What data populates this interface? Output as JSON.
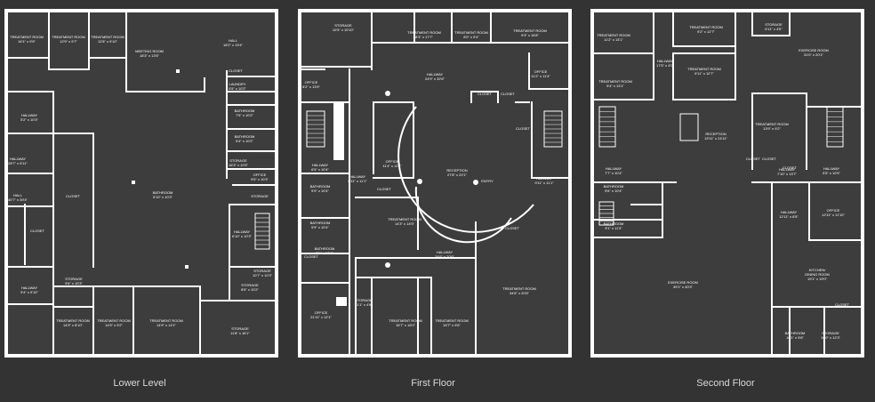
{
  "colors": {
    "background": "#333333",
    "floor": "#3d3d3d",
    "wall": "#ffffff",
    "label": "#ffffff",
    "caption": "#d9d9d9"
  },
  "floors": [
    {
      "caption": "Lower Level",
      "rooms": [
        {
          "name": "TREATMENT ROOM",
          "dims": "16'1\" x 9'9\""
        },
        {
          "name": "TREATMENT ROOM",
          "dims": "12'9\" x 9'7\""
        },
        {
          "name": "TREATMENT ROOM",
          "dims": "12'8\" x 9'10\""
        },
        {
          "name": "MEETING ROOM",
          "dims": "18'3\" x 13'5\""
        },
        {
          "name": "HALL",
          "dims": "18'2\" x 19'4\""
        },
        {
          "name": "CLOSET",
          "dims": ""
        },
        {
          "name": "LAUNDRY",
          "dims": "5'5\" x 10'2\""
        },
        {
          "name": "BATHROOM",
          "dims": "7'5\" x 10'2\""
        },
        {
          "name": "BATHROOM",
          "dims": "5'4\" x 10'2\""
        },
        {
          "name": "STORAGE",
          "dims": "16'3\" x 10'5\""
        },
        {
          "name": "OFFICE",
          "dims": "9'5\" x 10'3\""
        },
        {
          "name": "HALLWAY",
          "dims": "5'2\" x 10'3\""
        },
        {
          "name": "HALLWAY",
          "dims": "28'7\" x 6'11\""
        },
        {
          "name": "HALL",
          "dims": "40'7\" x 39'4\""
        },
        {
          "name": "CLOSET",
          "dims": ""
        },
        {
          "name": "BATHROOM",
          "dims": "5'10\" x 10'3\""
        },
        {
          "name": "HALLWAY",
          "dims": "6'10\" x 10'3\""
        },
        {
          "name": "STORAGE",
          "dims": ""
        },
        {
          "name": "CLOSET",
          "dims": ""
        },
        {
          "name": "STORAGE",
          "dims": "10'7\" x 10'3\""
        },
        {
          "name": "HALLWAY",
          "dims": "9'4\" x 9'10\""
        },
        {
          "name": "STORAGE",
          "dims": "9'6\" x 10'3\""
        },
        {
          "name": "TREATMENT ROOM",
          "dims": "14'9\" x 8'10\""
        },
        {
          "name": "TREATMENT ROOM",
          "dims": "14'9\" x 9'2\""
        },
        {
          "name": "TREATMENT ROOM",
          "dims": "14'9\" x 14'1\""
        },
        {
          "name": "STORAGE",
          "dims": "8'5\" x 10'2\""
        },
        {
          "name": "STORAGE",
          "dims": "11'8\" x 16'1\""
        }
      ]
    },
    {
      "caption": "First Floor",
      "rooms": [
        {
          "name": "STORAGE",
          "dims": "10'5\" x 10'10\""
        },
        {
          "name": "TREATMENT ROOM",
          "dims": "8'3\" x 17'7\""
        },
        {
          "name": "TREATMENT ROOM",
          "dims": "8'0\" x 9'4\""
        },
        {
          "name": "TREATMENT ROOM",
          "dims": "9'3\" x 16'8\""
        },
        {
          "name": "HALLWAY",
          "dims": "24'9\" x 32'6\""
        },
        {
          "name": "OFFICE",
          "dims": "11'2\" x 11'4\""
        },
        {
          "name": "OFFICE",
          "dims": "8'2\" x 13'9\""
        },
        {
          "name": "CLOSET",
          "dims": ""
        },
        {
          "name": "CLOSET",
          "dims": ""
        },
        {
          "name": "CLOSET",
          "dims": ""
        },
        {
          "name": "HALLWAY",
          "dims": "6'5\" x 10'4\""
        },
        {
          "name": "HALLWAY",
          "dims": "6'11\" x 11'1\""
        },
        {
          "name": "CLOSET",
          "dims": ""
        },
        {
          "name": "OFFICE",
          "dims": "11'4\" x 11'1\""
        },
        {
          "name": "RECEPTION",
          "dims": "27'8\" x 22'1\""
        },
        {
          "name": "ENTRY",
          "dims": ""
        },
        {
          "name": "HALLWAY",
          "dims": "9'11\" x 11'1\""
        },
        {
          "name": "CLOSET",
          "dims": ""
        },
        {
          "name": "BATHROOM",
          "dims": "5'9\" x 10'4\""
        },
        {
          "name": "BATHROOM",
          "dims": "5'9\" x 10'4\""
        },
        {
          "name": "BATHROOM",
          "dims": "3'1\" x 10'4\""
        },
        {
          "name": "TREATMENT ROOM",
          "dims": "14'3\" x 14'5\""
        },
        {
          "name": "CLOSET",
          "dims": ""
        },
        {
          "name": "HALLWAY",
          "dims": "24'6\" x 20'6\""
        },
        {
          "name": "STORAGE",
          "dims": "11'1\" x 4'9\""
        },
        {
          "name": "OFFICE",
          "dims": "21'11\" x 12'1\""
        },
        {
          "name": "TREATMENT ROOM",
          "dims": "16'7\" x 16'0\""
        },
        {
          "name": "TREATMENT ROOM",
          "dims": "16'7\" x 9'6\""
        },
        {
          "name": "TREATMENT ROOM",
          "dims": "34'6\" x 20'6\""
        }
      ]
    },
    {
      "caption": "Second Floor",
      "rooms": [
        {
          "name": "TREATMENT ROOM",
          "dims": "11'2\" x 13'1\""
        },
        {
          "name": "TREATMENT ROOM",
          "dims": "9'2\" x 12'7\""
        },
        {
          "name": "STORAGE",
          "dims": "6'11\" x 4'5\""
        },
        {
          "name": "EXERCISE ROOM",
          "dims": "31'0\" x 20'1\""
        },
        {
          "name": "HALLWAY",
          "dims": "17'5\" x 4'0\""
        },
        {
          "name": "TREATMENT ROOM",
          "dims": "9'11\" x 12'7\""
        },
        {
          "name": "TREATMENT ROOM",
          "dims": "9'4\" x 13'1\""
        },
        {
          "name": "CLOSET",
          "dims": ""
        },
        {
          "name": "RECEPTION",
          "dims": "19'11\" x 24'11\""
        },
        {
          "name": "TREATMENT ROOM",
          "dims": "13'9\" x 9'2\""
        },
        {
          "name": "CLOSET",
          "dims": ""
        },
        {
          "name": "CLOSET",
          "dims": ""
        },
        {
          "name": "HALLWAY",
          "dims": "7'7\" x 10'4\""
        },
        {
          "name": "HALLWAY",
          "dims": "7'10\" x 13'7\""
        },
        {
          "name": "HALLWAY",
          "dims": "5'5\" x 10'5\""
        },
        {
          "name": "BATHROOM",
          "dims": "5'6\" x 10'4\""
        },
        {
          "name": "BATHROOM",
          "dims": "9'1\" x 11'3\""
        },
        {
          "name": "HALLWAY",
          "dims": "12'11\" x 8'5\""
        },
        {
          "name": "OFFICE",
          "dims": "12'11\" x 11'10\""
        },
        {
          "name": "EXERCISE ROOM",
          "dims": "39'1\" x 40'3\""
        },
        {
          "name": "KITCHEN/ DINING ROOM",
          "dims": "19'1\" x 19'0\""
        },
        {
          "name": "CLOSET",
          "dims": ""
        },
        {
          "name": "STORAGE",
          "dims": "10'0\" x 12'3\""
        },
        {
          "name": "BATHROOM",
          "dims": "10'1\" x 5'8\""
        }
      ]
    }
  ]
}
